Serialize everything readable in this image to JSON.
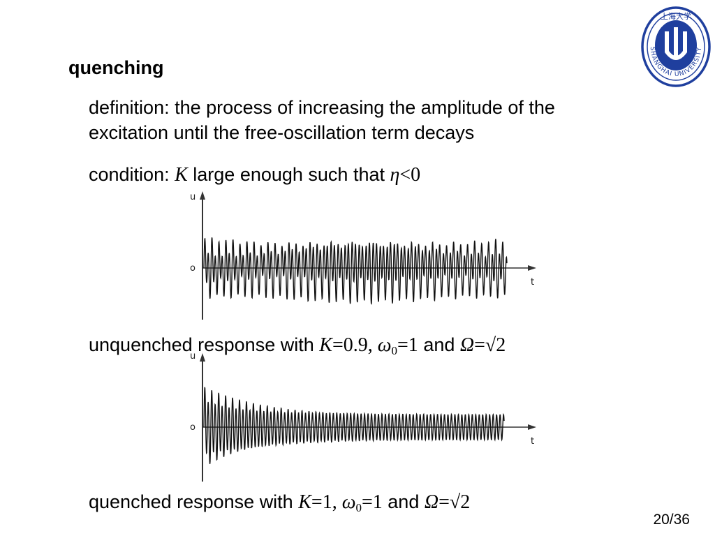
{
  "slide": {
    "title": "quenching",
    "definition_line1": "definition: the process of increasing the amplitude of the",
    "definition_line2": "excitation until the free-oscillation term decays",
    "condition_prefix": "condition: ",
    "condition_var": "K",
    "condition_mid": " large enough such that ",
    "condition_eta": "η",
    "condition_rel": "<0",
    "page_number": "20/36"
  },
  "plots": [
    {
      "axis_y_label": "u",
      "axis_x_label": "t",
      "origin_label": "o",
      "caption_text": "unquenched response with ",
      "caption_K": "K",
      "caption_K_val": "=0.9, ",
      "caption_omega": "ω",
      "caption_omega_sub": "0",
      "caption_omega_val": "=1",
      "caption_and": " and ",
      "caption_Omega": "Ω",
      "caption_Omega_val": "=√2",
      "quenched": false
    },
    {
      "axis_y_label": "u",
      "axis_x_label": "t",
      "origin_label": "o",
      "caption_text": "quenched response with ",
      "caption_K": "K",
      "caption_K_val": "=1, ",
      "caption_omega": "ω",
      "caption_omega_sub": "0",
      "caption_omega_val": "=1",
      "caption_and": " and ",
      "caption_Omega": "Ω",
      "caption_Omega_val": "=√2",
      "quenched": true
    }
  ],
  "logo": {
    "top_text": "上海大学",
    "ring_text": "SHANGHAI UNIVERSITY",
    "color": "#1f3f9e"
  }
}
